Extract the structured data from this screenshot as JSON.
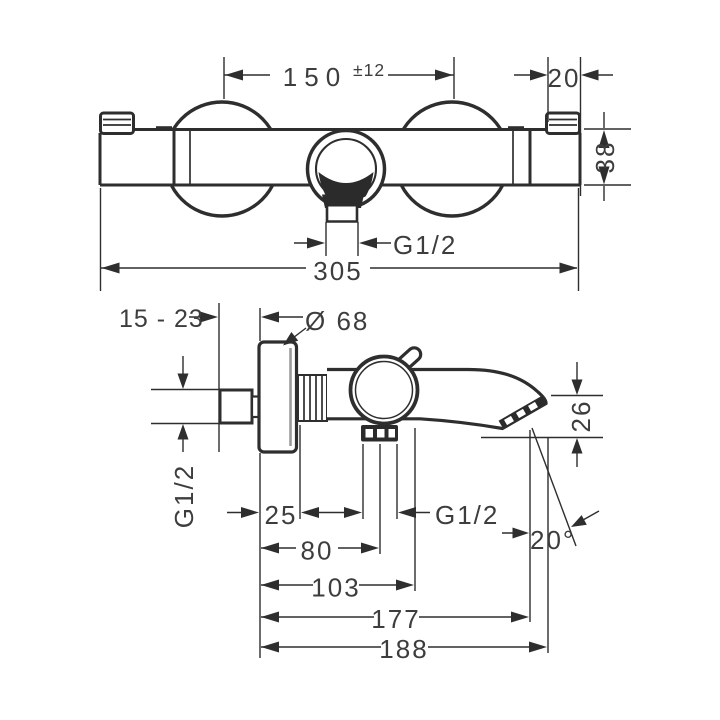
{
  "drawing": {
    "front_view": {
      "center_distance": "150",
      "center_distance_tolerance": "±12",
      "wall_bracket_width": "20",
      "body_height": "38",
      "bottom_outlet_thread": "G1/2",
      "overall_width": "305"
    },
    "side_view": {
      "wall_clearance_range": "15 - 23",
      "escutcheon_diameter": "Ø 68",
      "inlet_thread": "G1/2",
      "escutcheon_depth": "25",
      "hose_outlet_thread": "G1/2",
      "spout_outlet_height": "26",
      "spout_angle": "20°",
      "hose_outlet_distance": "80",
      "body_projection": "103",
      "aerator_projection": "177",
      "overall_projection": "188"
    },
    "colors": {
      "line": "#2e2e2e",
      "text": "#3d3d3d",
      "light_accent": "#9b9b9b",
      "background": "#ffffff"
    }
  }
}
